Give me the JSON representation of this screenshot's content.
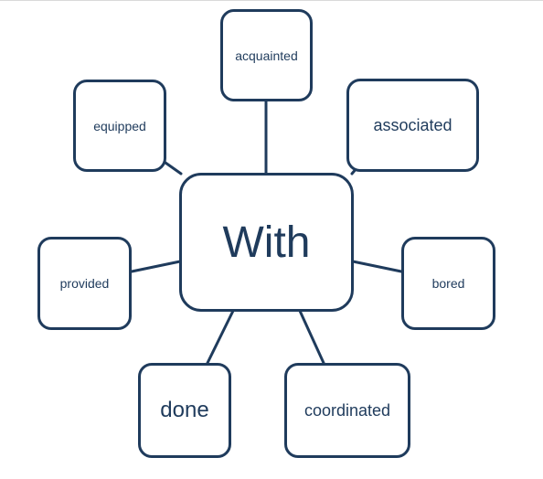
{
  "diagram": {
    "center": "With",
    "words": {
      "acquainted": "acquainted",
      "equipped": "equipped",
      "associated": "associated",
      "provided": "provided",
      "bored": "bored",
      "done": "done",
      "coordinated": "coordinated"
    }
  },
  "colors": {
    "node_border": "#1f3b5c",
    "text": "#1f3b5c",
    "background": "#ffffff"
  }
}
